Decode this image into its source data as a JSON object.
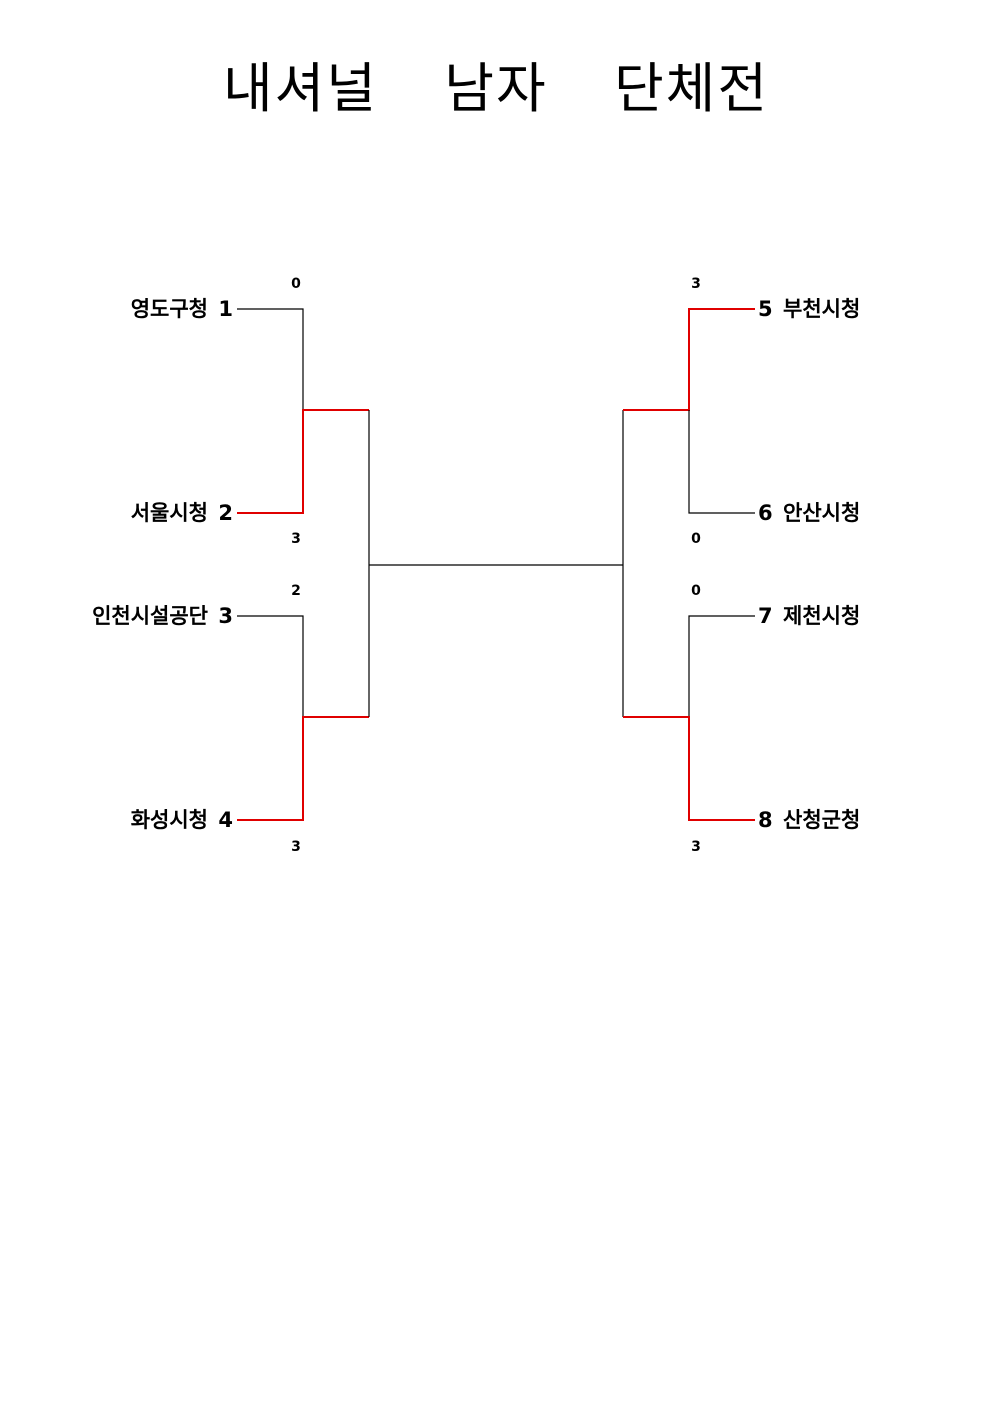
{
  "title": "내셔널  남자  단체전",
  "colors": {
    "winner_line": "#e00000",
    "loser_line": "#000000",
    "text": "#000000",
    "background": "#ffffff"
  },
  "left_teams": [
    {
      "seed": "1",
      "name": "영도구청",
      "score": "0",
      "winner": false
    },
    {
      "seed": "2",
      "name": "서울시청",
      "score": "3",
      "winner": true
    },
    {
      "seed": "3",
      "name": "인천시설공단",
      "score": "2",
      "winner": false
    },
    {
      "seed": "4",
      "name": "화성시청",
      "score": "3",
      "winner": true
    }
  ],
  "right_teams": [
    {
      "seed": "5",
      "name": "부천시청",
      "score": "3",
      "winner": true
    },
    {
      "seed": "6",
      "name": "안산시청",
      "score": "0",
      "winner": false
    },
    {
      "seed": "7",
      "name": "제천시청",
      "score": "0",
      "winner": false
    },
    {
      "seed": "8",
      "name": "산청군청",
      "score": "3",
      "winner": true
    }
  ]
}
